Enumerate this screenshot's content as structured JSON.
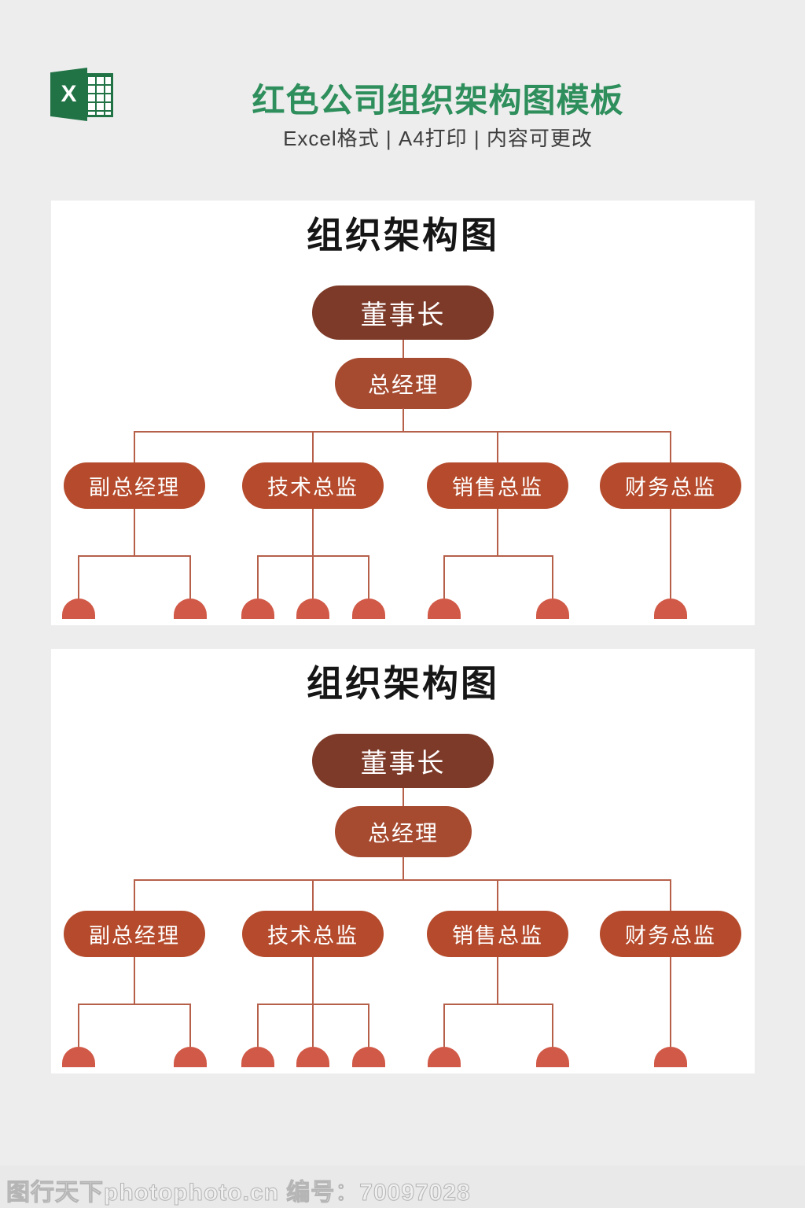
{
  "header": {
    "title": "红色公司组织架构图模板",
    "subtitle": "Excel格式 | A4打印 | 内容可更改",
    "excel_letter": "X"
  },
  "panels": [
    {
      "title": "组织架构图"
    },
    {
      "title": "组织架构图"
    }
  ],
  "org": {
    "root": {
      "label": "董事长"
    },
    "manager": {
      "label": "总经理"
    },
    "departments": [
      {
        "label": "副总经理",
        "subordinate_count": 2
      },
      {
        "label": "技术总监",
        "subordinate_count": 3
      },
      {
        "label": "销售总监",
        "subordinate_count": 2
      },
      {
        "label": "财务总监",
        "subordinate_count": 1
      }
    ]
  },
  "colors": {
    "background": "#ededed",
    "panel_background": "#ffffff",
    "header_title_green": "#2e8f5c",
    "subtitle_text": "#3d3d3d",
    "excel_brand_green": "#217346",
    "node_level1": "#7d3a28",
    "node_level2": "#a64a30",
    "node_level3": "#b54b2c",
    "leaf_node": "#d15947",
    "connector_line": "#b6604a",
    "panel_title_text": "#161616",
    "watermark_text": "#c9c9c9"
  },
  "watermark": {
    "text": "图行天下photophoto.cn 编号：70097028"
  }
}
